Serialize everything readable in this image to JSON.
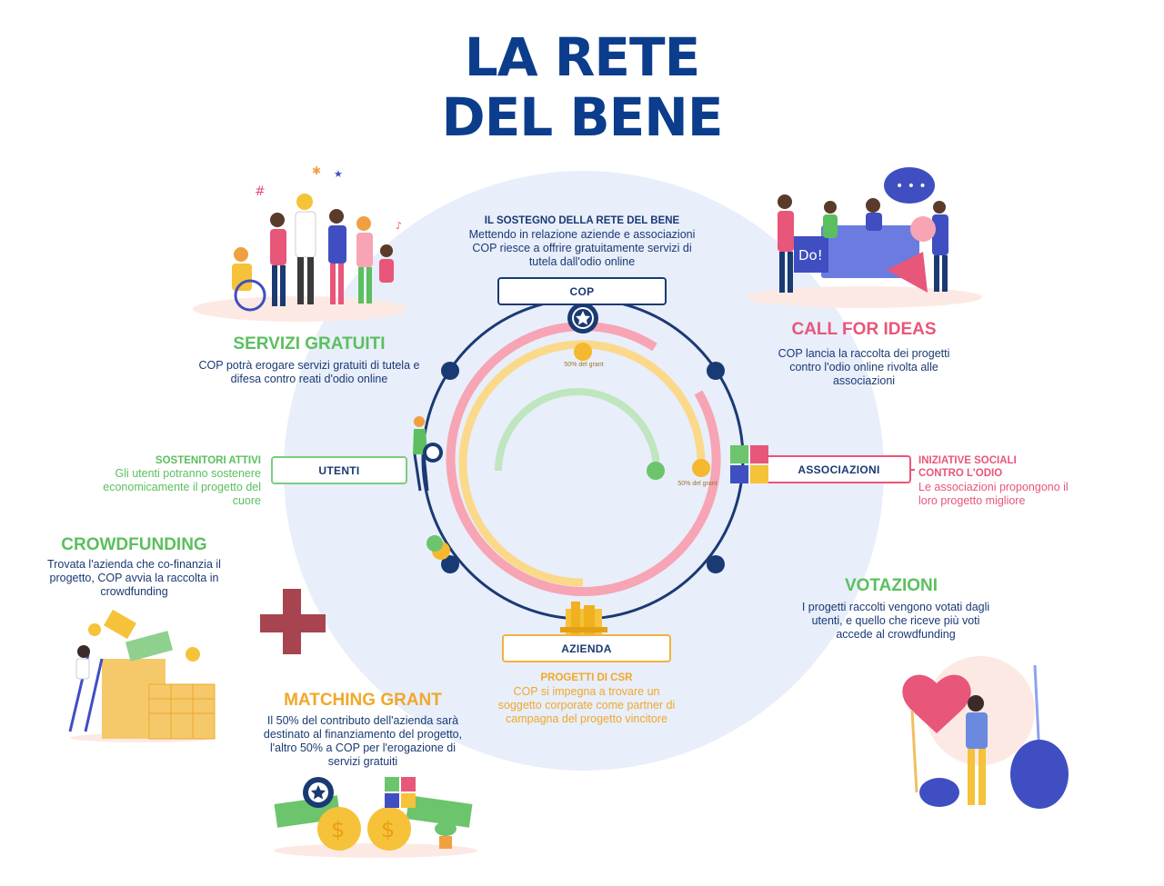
{
  "title": {
    "line1": "LA RETE",
    "line2": "DEL BENE"
  },
  "sostegno": {
    "heading": "IL SOSTEGNO DELLA RETE DEL BENE",
    "text": "Mettendo in relazione aziende e associazioni COP riesce a offrire gratuitamente servizi di tutela dall'odio online"
  },
  "nodes": {
    "cop": "COP",
    "utenti": "UTENTI",
    "associazioni": "ASSOCIAZIONI",
    "azienda": "AZIENDA"
  },
  "grant_labels": {
    "top": "50% del grant",
    "right": "50% del grant"
  },
  "servizi": {
    "heading": "SERVIZI GRATUITI",
    "text": "COP potrà erogare servizi  gratuiti di tutela e difesa contro reati d'odio online"
  },
  "call": {
    "heading": "CALL FOR IDEAS",
    "text": "COP lancia la raccolta dei progetti contro l'odio online rivolta alle associazioni"
  },
  "sostenitori": {
    "heading": "SOSTENITORI ATTIVI",
    "text": "Gli utenti potranno sostenere economicamente il progetto del cuore"
  },
  "iniziative": {
    "heading_line1": "INIZIATIVE SOCIALI",
    "heading_line2": "CONTRO L'ODIO",
    "text": "Le associazioni propongono il loro progetto migliore"
  },
  "crowdfunding": {
    "heading": "CROWDFUNDING",
    "text": "Trovata l'azienda che co-finanzia il progetto, COP avvia la raccolta in crowdfunding"
  },
  "votazioni": {
    "heading": "VOTAZIONI",
    "text": "I progetti raccolti vengono votati dagli utenti, e quello che riceve più voti accede al crowdfunding"
  },
  "progetti_csr": {
    "heading": "PROGETTI DI CSR",
    "text": "COP si impegna a trovare un soggetto corporate come partner di campagna del progetto vincitore"
  },
  "matching": {
    "heading": "MATCHING GRANT",
    "text": "Il 50% del contributo dell'azienda sarà destinato al finanziamento del progetto, l'altro 50% a COP per l'erogazione di servizi gratuiti"
  },
  "colors": {
    "navy": "#1a3a73",
    "title_blue": "#0b3d8c",
    "pink": "#f7a4b4",
    "yellow": "#fbd98a",
    "green": "#bfe6bf",
    "background_circle": "#e8eefa"
  }
}
